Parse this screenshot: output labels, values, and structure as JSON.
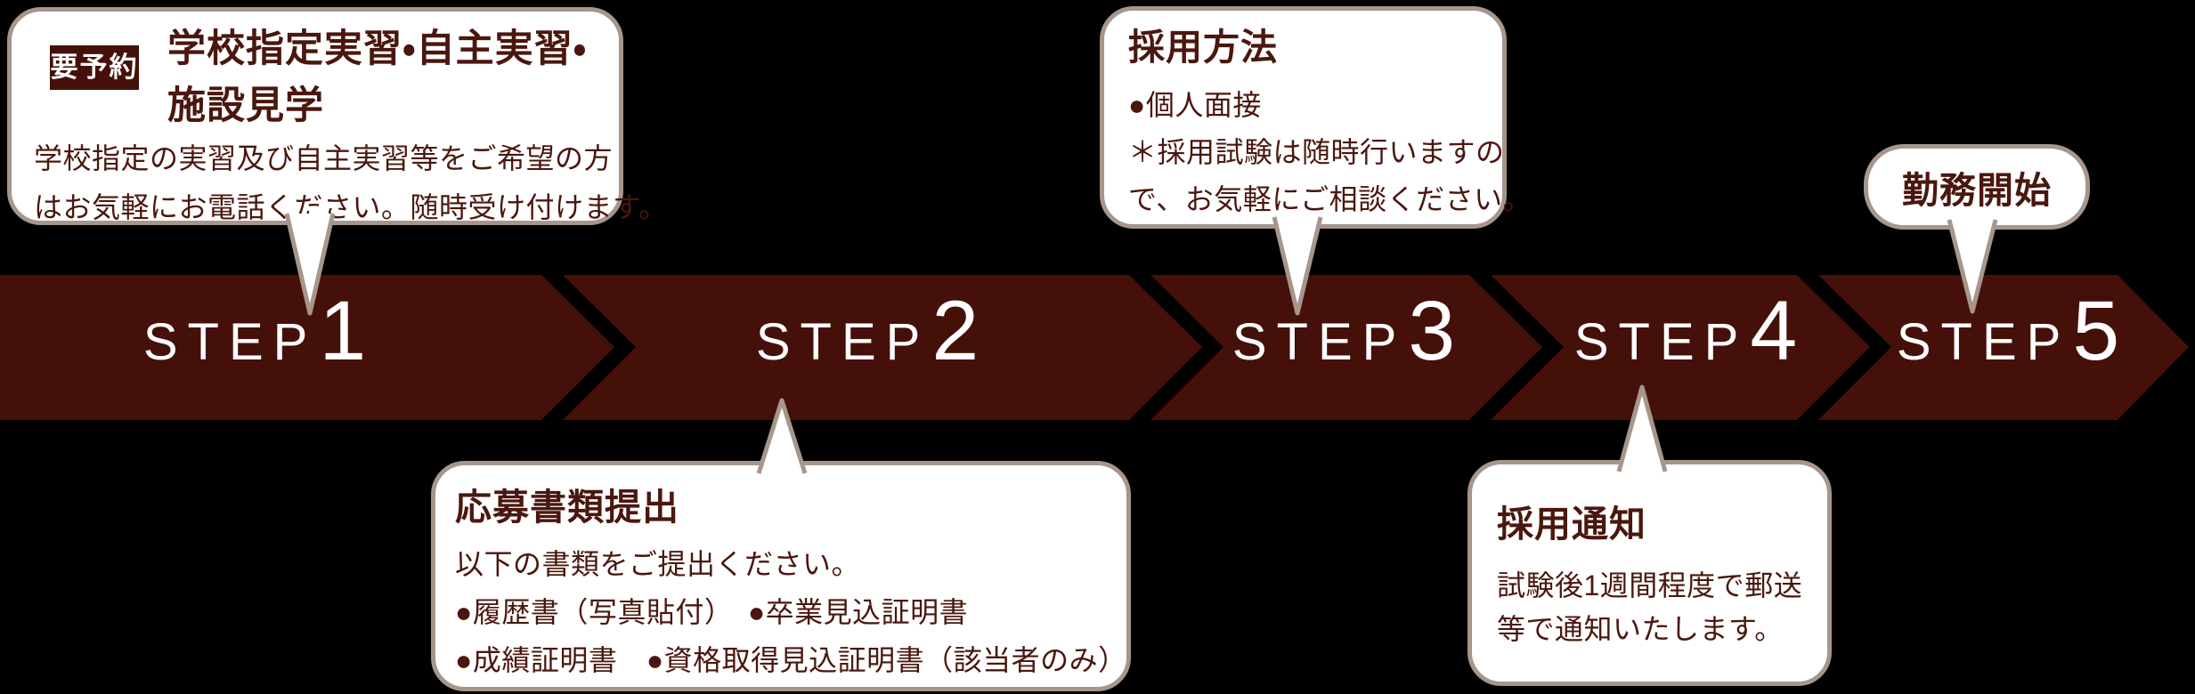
{
  "colors": {
    "background": "#000000",
    "band_maroon": "#451009",
    "step_text": "#ffffff",
    "callout_text": "#4a170e",
    "callout_border": "#a6968c",
    "callout_fill": "#ffffff",
    "badge_background": "#451009",
    "badge_text": "#ffffff"
  },
  "steps": [
    {
      "word": "STEP",
      "number": "1"
    },
    {
      "word": "STEP",
      "number": "2"
    },
    {
      "word": "STEP",
      "number": "3"
    },
    {
      "word": "STEP",
      "number": "4"
    },
    {
      "word": "STEP",
      "number": "5"
    }
  ],
  "callouts": {
    "school_visit": {
      "badge": "要予約",
      "title_lines": [
        "学校指定実習・自主実習・",
        "施設見学"
      ],
      "body_lines": [
        "学校指定の実習及び自主実習等をご希望の方",
        "はお気軽にお電話ください。随時受け付けます。"
      ]
    },
    "hiring_method": {
      "title": "採用方法",
      "body_lines": [
        "●個人面接",
        "＊採用試験は随時行いますの",
        "で、お気軽にご相談ください。"
      ]
    },
    "documents": {
      "title": "応募書類提出",
      "body_lines": [
        "以下の書類をご提出ください。",
        "●履歴書（写真貼付）　●卒業見込証明書",
        "●成績証明書　●資格取得見込証明書（該当者のみ）"
      ]
    },
    "notice": {
      "title": "採用通知",
      "body_lines": [
        "試験後1週間程度で郵送",
        "等で通知いたします。"
      ]
    },
    "start_work": {
      "title": "勤務開始"
    }
  }
}
